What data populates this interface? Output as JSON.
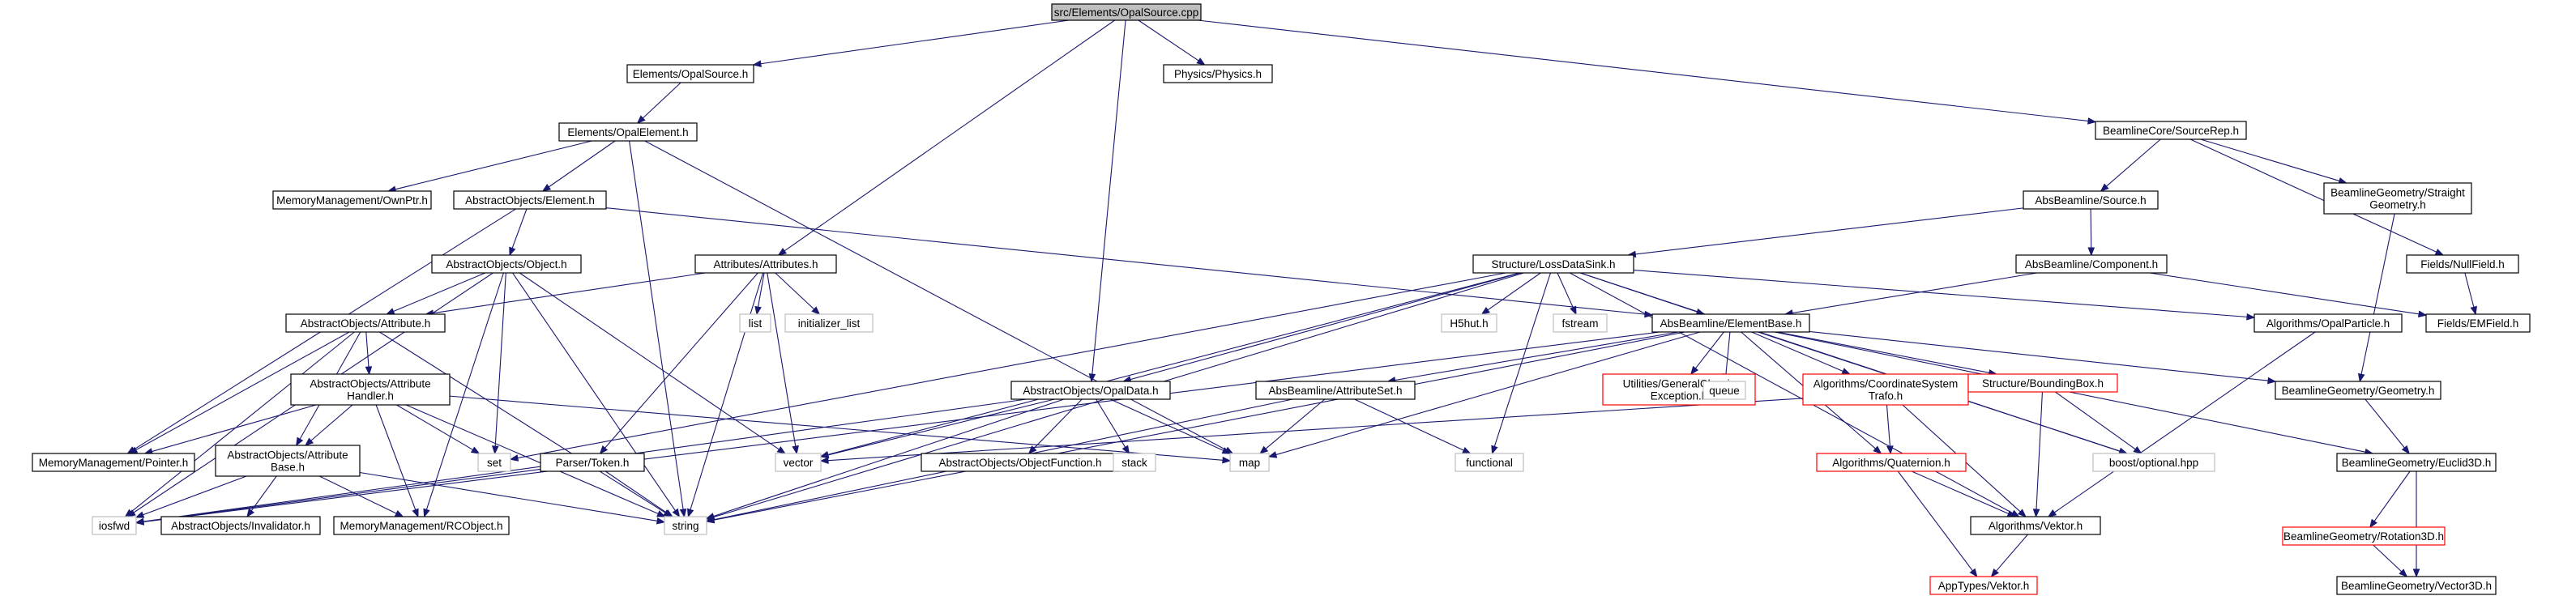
{
  "colors": {
    "edge": "#191970",
    "box_normal": "#000000",
    "box_missing": "#bfbfbf",
    "box_missing_doc": "#ff0000",
    "root_fill": "#bfbfbf",
    "fill": "#ffffff"
  },
  "nodes": [
    {
      "id": "root",
      "label": [
        "src/Elements/OpalSource.cpp"
      ],
      "kind": "root"
    },
    {
      "id": "opalsource_h",
      "label": [
        "Elements/OpalSource.h"
      ],
      "kind": "normal"
    },
    {
      "id": "physics_h",
      "label": [
        "Physics/Physics.h"
      ],
      "kind": "normal"
    },
    {
      "id": "opalelement_h",
      "label": [
        "Elements/OpalElement.h"
      ],
      "kind": "normal"
    },
    {
      "id": "sourcerep_h",
      "label": [
        "BeamlineCore/SourceRep.h"
      ],
      "kind": "normal"
    },
    {
      "id": "ownptr_h",
      "label": [
        "MemoryManagement/OwnPtr.h"
      ],
      "kind": "normal"
    },
    {
      "id": "element_h",
      "label": [
        "AbstractObjects/Element.h"
      ],
      "kind": "normal"
    },
    {
      "id": "source_h",
      "label": [
        "AbsBeamline/Source.h"
      ],
      "kind": "normal"
    },
    {
      "id": "straightgeom_h",
      "label": [
        "BeamlineGeometry/Straight",
        "Geometry.h"
      ],
      "kind": "normal"
    },
    {
      "id": "object_h",
      "label": [
        "AbstractObjects/Object.h"
      ],
      "kind": "normal"
    },
    {
      "id": "attributes_h",
      "label": [
        "Attributes/Attributes.h"
      ],
      "kind": "normal"
    },
    {
      "id": "lossdatasink_h",
      "label": [
        "Structure/LossDataSink.h"
      ],
      "kind": "normal"
    },
    {
      "id": "component_h",
      "label": [
        "AbsBeamline/Component.h"
      ],
      "kind": "normal"
    },
    {
      "id": "nullfield_h",
      "label": [
        "Fields/NullField.h"
      ],
      "kind": "normal"
    },
    {
      "id": "attribute_h",
      "label": [
        "AbstractObjects/Attribute.h"
      ],
      "kind": "normal"
    },
    {
      "id": "list",
      "label": [
        "list"
      ],
      "kind": "missing"
    },
    {
      "id": "initializer_list",
      "label": [
        "initializer_list"
      ],
      "kind": "missing"
    },
    {
      "id": "h5hut_h",
      "label": [
        "H5hut.h"
      ],
      "kind": "missing"
    },
    {
      "id": "fstream",
      "label": [
        "fstream"
      ],
      "kind": "missing"
    },
    {
      "id": "elementbase_h",
      "label": [
        "AbsBeamline/ElementBase.h"
      ],
      "kind": "normal"
    },
    {
      "id": "opalparticle_h",
      "label": [
        "Algorithms/OpalParticle.h"
      ],
      "kind": "normal"
    },
    {
      "id": "emfield_h",
      "label": [
        "Fields/EMField.h"
      ],
      "kind": "normal"
    },
    {
      "id": "attrhandler_h",
      "label": [
        "AbstractObjects/Attribute",
        "Handler.h"
      ],
      "kind": "normal"
    },
    {
      "id": "opaldata_h",
      "label": [
        "AbstractObjects/OpalData.h"
      ],
      "kind": "normal"
    },
    {
      "id": "attributeset_h",
      "label": [
        "AbsBeamline/AttributeSet.h"
      ],
      "kind": "normal"
    },
    {
      "id": "genclassicexc_h",
      "label": [
        "Utilities/GeneralClassic",
        "Exception.h"
      ],
      "kind": "missing_doc"
    },
    {
      "id": "queue",
      "label": [
        "queue"
      ],
      "kind": "missing"
    },
    {
      "id": "coordtrafo_h",
      "label": [
        "Algorithms/CoordinateSystem",
        "Trafo.h"
      ],
      "kind": "missing_doc"
    },
    {
      "id": "boundingbox_h",
      "label": [
        "Structure/BoundingBox.h"
      ],
      "kind": "missing_doc"
    },
    {
      "id": "geometry_h",
      "label": [
        "BeamlineGeometry/Geometry.h"
      ],
      "kind": "normal"
    },
    {
      "id": "pointer_h",
      "label": [
        "MemoryManagement/Pointer.h"
      ],
      "kind": "normal"
    },
    {
      "id": "attrbase_h",
      "label": [
        "AbstractObjects/Attribute",
        "Base.h"
      ],
      "kind": "normal"
    },
    {
      "id": "set",
      "label": [
        "set"
      ],
      "kind": "missing"
    },
    {
      "id": "token_h",
      "label": [
        "Parser/Token.h"
      ],
      "kind": "normal"
    },
    {
      "id": "vector",
      "label": [
        "vector"
      ],
      "kind": "missing"
    },
    {
      "id": "objectfunction_h",
      "label": [
        "AbstractObjects/ObjectFunction.h"
      ],
      "kind": "normal"
    },
    {
      "id": "stack",
      "label": [
        "stack"
      ],
      "kind": "missing"
    },
    {
      "id": "map",
      "label": [
        "map"
      ],
      "kind": "missing"
    },
    {
      "id": "functional",
      "label": [
        "functional"
      ],
      "kind": "missing"
    },
    {
      "id": "quaternion_h",
      "label": [
        "Algorithms/Quaternion.h"
      ],
      "kind": "missing_doc"
    },
    {
      "id": "optional_hpp",
      "label": [
        "boost/optional.hpp"
      ],
      "kind": "missing"
    },
    {
      "id": "euclid3d_h",
      "label": [
        "BeamlineGeometry/Euclid3D.h"
      ],
      "kind": "normal"
    },
    {
      "id": "iosfwd",
      "label": [
        "iosfwd"
      ],
      "kind": "missing"
    },
    {
      "id": "invalidator_h",
      "label": [
        "AbstractObjects/Invalidator.h"
      ],
      "kind": "normal"
    },
    {
      "id": "rcobject_h",
      "label": [
        "MemoryManagement/RCObject.h"
      ],
      "kind": "normal"
    },
    {
      "id": "string",
      "label": [
        "string"
      ],
      "kind": "missing"
    },
    {
      "id": "vektor_h",
      "label": [
        "Algorithms/Vektor.h"
      ],
      "kind": "normal"
    },
    {
      "id": "rotation3d_h",
      "label": [
        "BeamlineGeometry/Rotation3D.h"
      ],
      "kind": "missing_doc"
    },
    {
      "id": "appvektor_h",
      "label": [
        "AppTypes/Vektor.h"
      ],
      "kind": "missing_doc"
    },
    {
      "id": "vector3d_h",
      "label": [
        "BeamlineGeometry/Vector3D.h"
      ],
      "kind": "normal"
    }
  ],
  "edges": [
    [
      "root",
      "opalsource_h"
    ],
    [
      "root",
      "physics_h"
    ],
    [
      "root",
      "sourcerep_h"
    ],
    [
      "root",
      "attributes_h"
    ],
    [
      "root",
      "opaldata_h"
    ],
    [
      "opalsource_h",
      "opalelement_h"
    ],
    [
      "opalelement_h",
      "ownptr_h"
    ],
    [
      "opalelement_h",
      "element_h"
    ],
    [
      "opalelement_h",
      "string"
    ],
    [
      "opalelement_h",
      "map"
    ],
    [
      "sourcerep_h",
      "source_h"
    ],
    [
      "sourcerep_h",
      "straightgeom_h"
    ],
    [
      "sourcerep_h",
      "nullfield_h"
    ],
    [
      "element_h",
      "object_h"
    ],
    [
      "element_h",
      "pointer_h"
    ],
    [
      "element_h",
      "elementbase_h"
    ],
    [
      "source_h",
      "component_h"
    ],
    [
      "source_h",
      "lossdatasink_h"
    ],
    [
      "straightgeom_h",
      "geometry_h"
    ],
    [
      "nullfield_h",
      "emfield_h"
    ],
    [
      "component_h",
      "elementbase_h"
    ],
    [
      "component_h",
      "emfield_h"
    ],
    [
      "object_h",
      "attribute_h"
    ],
    [
      "object_h",
      "set"
    ],
    [
      "object_h",
      "vector"
    ],
    [
      "object_h",
      "string"
    ],
    [
      "object_h",
      "iosfwd"
    ],
    [
      "object_h",
      "rcobject_h"
    ],
    [
      "attributes_h",
      "attribute_h"
    ],
    [
      "attributes_h",
      "list"
    ],
    [
      "attributes_h",
      "initializer_list"
    ],
    [
      "attributes_h",
      "vector"
    ],
    [
      "attributes_h",
      "string"
    ],
    [
      "attributes_h",
      "token_h"
    ],
    [
      "lossdatasink_h",
      "h5hut_h"
    ],
    [
      "lossdatasink_h",
      "fstream"
    ],
    [
      "lossdatasink_h",
      "elementbase_h"
    ],
    [
      "lossdatasink_h",
      "opalparticle_h"
    ],
    [
      "lossdatasink_h",
      "set"
    ],
    [
      "lossdatasink_h",
      "vector"
    ],
    [
      "lossdatasink_h",
      "functional"
    ],
    [
      "lossdatasink_h",
      "optional_hpp"
    ],
    [
      "lossdatasink_h",
      "vektor_h"
    ],
    [
      "lossdatasink_h",
      "string"
    ],
    [
      "lossdatasink_h",
      "opaldata_h"
    ],
    [
      "attribute_h",
      "attrhandler_h"
    ],
    [
      "attribute_h",
      "pointer_h"
    ],
    [
      "attribute_h",
      "attrbase_h"
    ],
    [
      "attribute_h",
      "iosfwd"
    ],
    [
      "attribute_h",
      "string"
    ],
    [
      "elementbase_h",
      "attributeset_h"
    ],
    [
      "elementbase_h",
      "genclassicexc_h"
    ],
    [
      "elementbase_h",
      "queue"
    ],
    [
      "elementbase_h",
      "coordtrafo_h"
    ],
    [
      "elementbase_h",
      "boundingbox_h"
    ],
    [
      "elementbase_h",
      "geometry_h"
    ],
    [
      "elementbase_h",
      "euclid3d_h"
    ],
    [
      "elementbase_h",
      "map"
    ],
    [
      "elementbase_h",
      "string"
    ],
    [
      "elementbase_h",
      "iosfwd"
    ],
    [
      "elementbase_h",
      "optional_hpp"
    ],
    [
      "elementbase_h",
      "quaternion_h"
    ],
    [
      "opalparticle_h",
      "vektor_h"
    ],
    [
      "attrhandler_h",
      "attrbase_h"
    ],
    [
      "attrhandler_h",
      "pointer_h"
    ],
    [
      "attrhandler_h",
      "set"
    ],
    [
      "attrhandler_h",
      "map"
    ],
    [
      "attrhandler_h",
      "rcobject_h"
    ],
    [
      "attrhandler_h",
      "string"
    ],
    [
      "opaldata_h",
      "objectfunction_h"
    ],
    [
      "opaldata_h",
      "stack"
    ],
    [
      "opaldata_h",
      "map"
    ],
    [
      "opaldata_h",
      "vector"
    ],
    [
      "opaldata_h",
      "string"
    ],
    [
      "opaldata_h",
      "iosfwd"
    ],
    [
      "attributeset_h",
      "map"
    ],
    [
      "attributeset_h",
      "functional"
    ],
    [
      "attributeset_h",
      "string"
    ],
    [
      "coordtrafo_h",
      "quaternion_h"
    ],
    [
      "coordtrafo_h",
      "vektor_h"
    ],
    [
      "boundingbox_h",
      "vector"
    ],
    [
      "boundingbox_h",
      "optional_hpp"
    ],
    [
      "boundingbox_h",
      "vektor_h"
    ],
    [
      "geometry_h",
      "euclid3d_h"
    ],
    [
      "attrbase_h",
      "iosfwd"
    ],
    [
      "attrbase_h",
      "invalidator_h"
    ],
    [
      "attrbase_h",
      "rcobject_h"
    ],
    [
      "attrbase_h",
      "string"
    ],
    [
      "token_h",
      "iosfwd"
    ],
    [
      "token_h",
      "string"
    ],
    [
      "quaternion_h",
      "vektor_h"
    ],
    [
      "quaternion_h",
      "appvektor_h"
    ],
    [
      "euclid3d_h",
      "rotation3d_h"
    ],
    [
      "euclid3d_h",
      "vector3d_h"
    ],
    [
      "rotation3d_h",
      "vector3d_h"
    ],
    [
      "vektor_h",
      "appvektor_h"
    ]
  ]
}
